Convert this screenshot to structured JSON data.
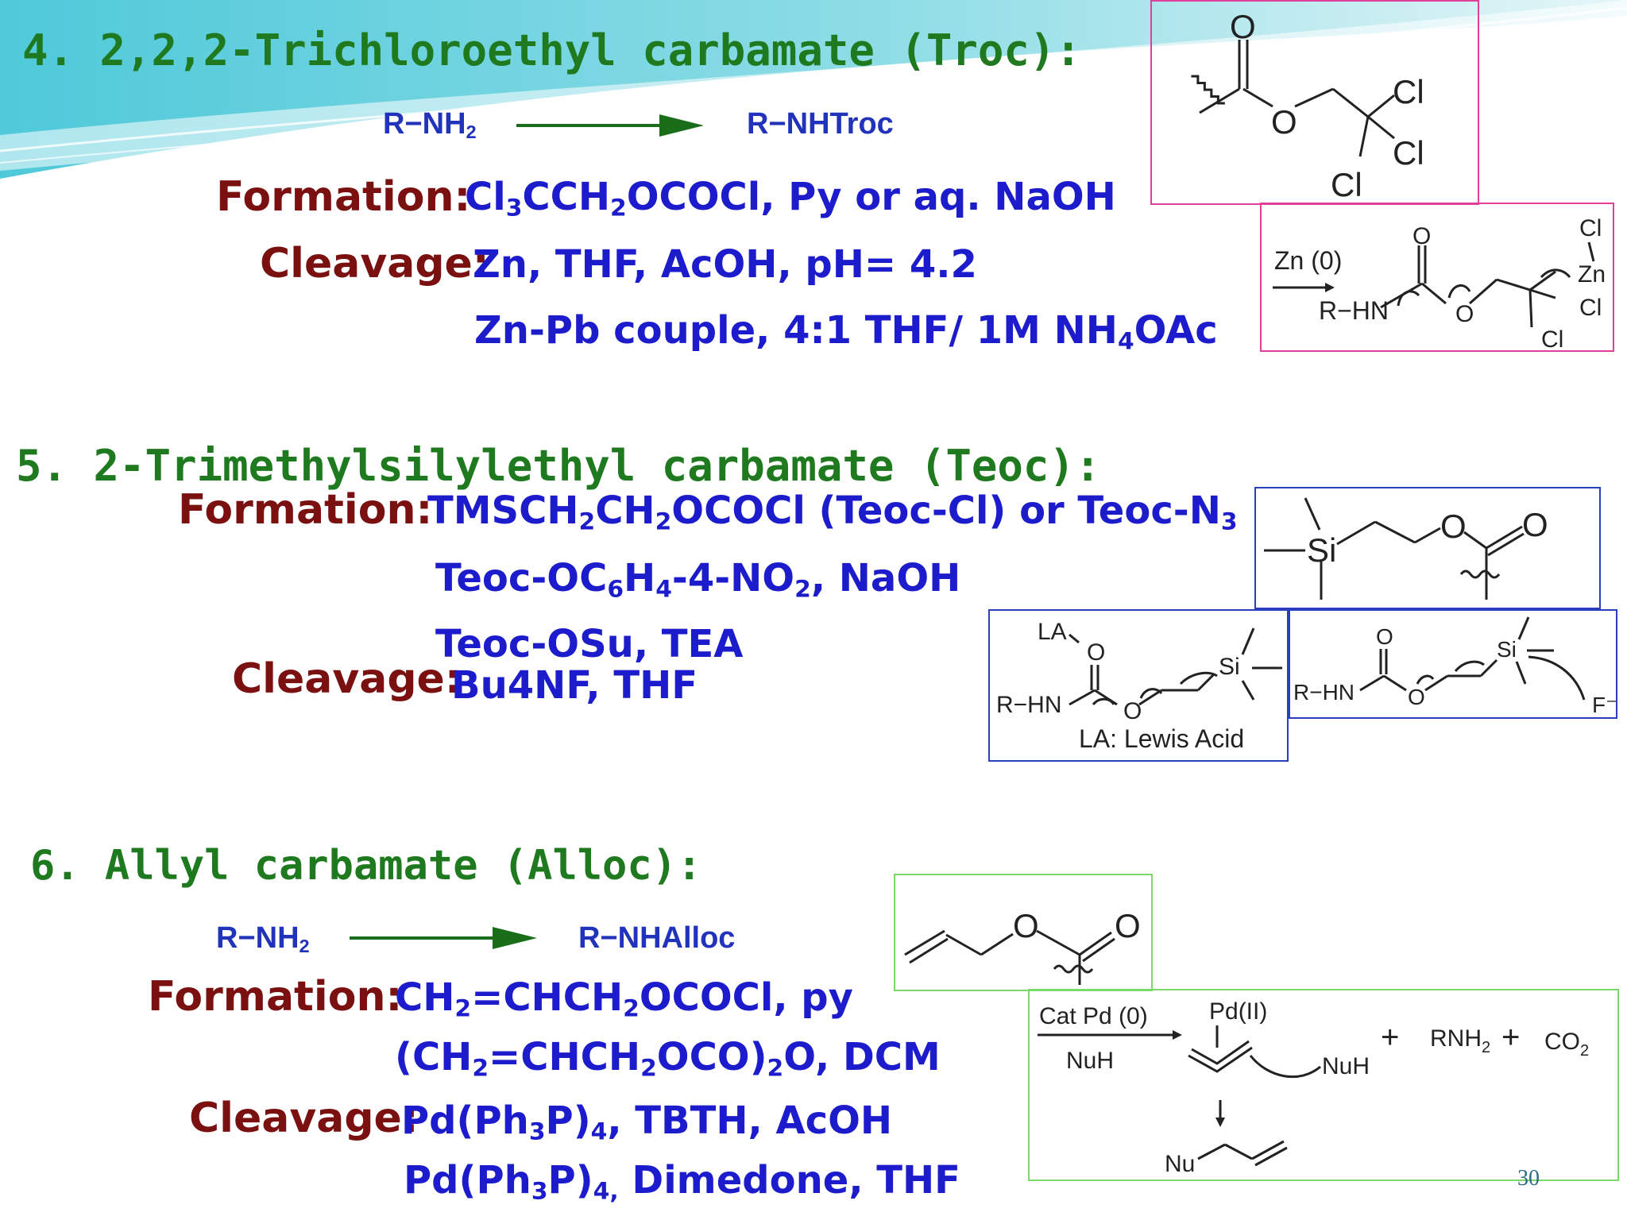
{
  "troc": {
    "heading": "4. 2,2,2-Trichloroethyl carbamate (Troc):",
    "scheme": {
      "reactant_r": "R",
      "reactant_n": "NH",
      "reactant_sub": "2",
      "product_r": "R",
      "product_n": "NHTroc"
    },
    "formation_label": "Formation:",
    "formation": {
      "a": "Cl",
      "b": "3",
      "c": "CCH",
      "d": "2",
      "e": "OCOCl, Py or aq. NaOH"
    },
    "cleavage_label": "Cleavage:",
    "cleavage_1": "Zn, THF, AcOH, pH= 4.2",
    "cleavage_2": {
      "a": "Zn-Pb couple, 4:1 THF/ 1M NH",
      "b": "4",
      "c": "OAc"
    },
    "structure": {
      "o_top": "O",
      "o_ester": "O",
      "cl1": "Cl",
      "cl2": "Cl",
      "cl3": "Cl"
    },
    "mechanism": {
      "reagent": "Zn (0)",
      "rhn": "R−HN",
      "o_top": "O",
      "o_ester": "O",
      "cl_top": "Cl",
      "zn": "Zn",
      "cl_mid": "Cl",
      "cl_bot": "Cl"
    }
  },
  "teoc": {
    "heading": "5. 2-Trimethylsilylethyl carbamate (Teoc):",
    "formation_label": "Formation:",
    "formation_1": {
      "a": "TMSCH",
      "b": "2",
      "c": "CH",
      "d": "2",
      "e": "OCOCl (Teoc-Cl) or Teoc-N",
      "f": "3"
    },
    "formation_2": {
      "a": "Teoc-OC",
      "b": "6",
      "c": "H",
      "d": "4",
      "e": "-4-NO",
      "f": "2",
      "g": ", NaOH"
    },
    "formation_3": "Teoc-OSu, TEA",
    "cleavage_label": "Cleavage:",
    "cleavage_1": "Bu4NF, THF",
    "structure": {
      "si": "Si",
      "o_ester": "O",
      "o_carbonyl": "O"
    },
    "mech_lewis": {
      "la": "LA",
      "o_top": "O",
      "rhn": "R−HN",
      "o_ester": "O",
      "si": "Si",
      "caption": "LA: Lewis Acid"
    },
    "mech_fluoride": {
      "o_top": "O",
      "rhn": "R−HN",
      "o_ester": "O",
      "si": "Si",
      "fluoride": "F⁻"
    }
  },
  "alloc": {
    "heading": "6. Allyl carbamate (Alloc):",
    "scheme": {
      "reactant_r": "R",
      "reactant_n": "NH",
      "reactant_sub": "2",
      "product_r": "R",
      "product_n": "NHAlloc"
    },
    "formation_label": "Formation:",
    "formation_1": {
      "a": "CH",
      "b": "2",
      "c": "=CHCH",
      "d": "2",
      "e": "OCOCl, py"
    },
    "formation_2": {
      "a": "(CH",
      "b": "2",
      "c": "=CHCH",
      "d": "2",
      "e": "OCO)",
      "f": "2",
      "g": "O, DCM"
    },
    "cleavage_label": "Cleavage:",
    "cleavage_1": {
      "a": "Pd(Ph",
      "b": "3",
      "c": "P)",
      "d": "4",
      "e": ", TBTH, AcOH"
    },
    "cleavage_2": {
      "a": "Pd(Ph",
      "b": "3",
      "c": "P)",
      "d": "4,",
      "e": " Dimedone, THF"
    },
    "structure": {
      "o_ester": "O",
      "o_carbonyl": "O"
    },
    "mechanism": {
      "reagent_top": "Cat Pd (0)",
      "reagent_bottom": "NuH",
      "pd": "Pd(II)",
      "nuh": "NuH",
      "plus1": "+",
      "rnh": "RNH",
      "rnh_sub": "2",
      "plus2": "+",
      "co": "CO",
      "co_sub": "2",
      "nu": "Nu"
    }
  },
  "page_number": "30",
  "colors": {
    "heading": "#1f7a1f",
    "label": "#7a1010",
    "reagent": "#1c1ccc",
    "troc_box": "#e0409a",
    "teoc_box": "#2a3fc0",
    "alloc_box": "#7bd86b",
    "arrow": "#1a6e1a"
  }
}
